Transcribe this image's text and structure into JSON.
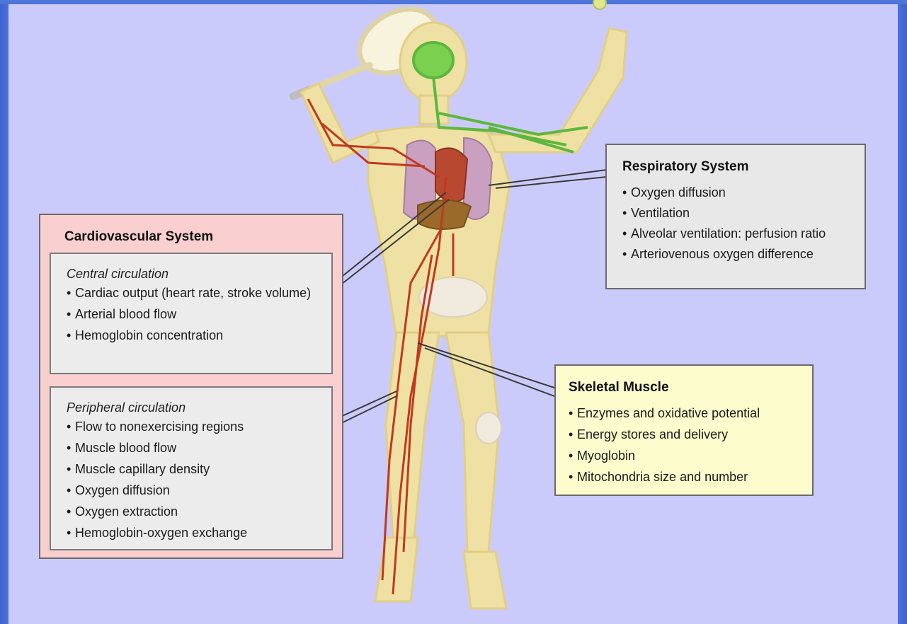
{
  "cardiovascular": {
    "title": "Cardiovascular System",
    "central": {
      "heading": "Central circulation",
      "items": [
        "Cardiac output (heart rate, stroke volume)",
        "Arterial blood flow",
        "Hemoglobin concentration"
      ]
    },
    "peripheral": {
      "heading": "Peripheral circulation",
      "items": [
        "Flow to nonexercising regions",
        "Muscle blood flow",
        "Muscle capillary density",
        "Oxygen diffusion",
        "Oxygen extraction",
        "Hemoglobin-oxygen exchange"
      ]
    }
  },
  "respiratory": {
    "title": "Respiratory System",
    "items": [
      "Oxygen diffusion",
      "Ventilation",
      "Alveolar ventilation: perfusion ratio",
      "Arteriovenous oxygen difference"
    ]
  },
  "skeletal": {
    "title": "Skeletal Muscle",
    "items": [
      "Enzymes and oxidative potential",
      "Energy stores and delivery",
      "Myoglobin",
      "Mitochondria size and number"
    ]
  },
  "colors": {
    "background": "#cbcbfb",
    "frame": "#4a72d8",
    "cardio_box": "#f9cfcf",
    "cardio_inner": "#ececec",
    "resp_box": "#e8e8e8",
    "skel_box": "#fcfccd",
    "skin": "#efe1a4",
    "artery": "#c0391f",
    "nerve": "#5cb83c",
    "lung": "#c9a0c0"
  }
}
